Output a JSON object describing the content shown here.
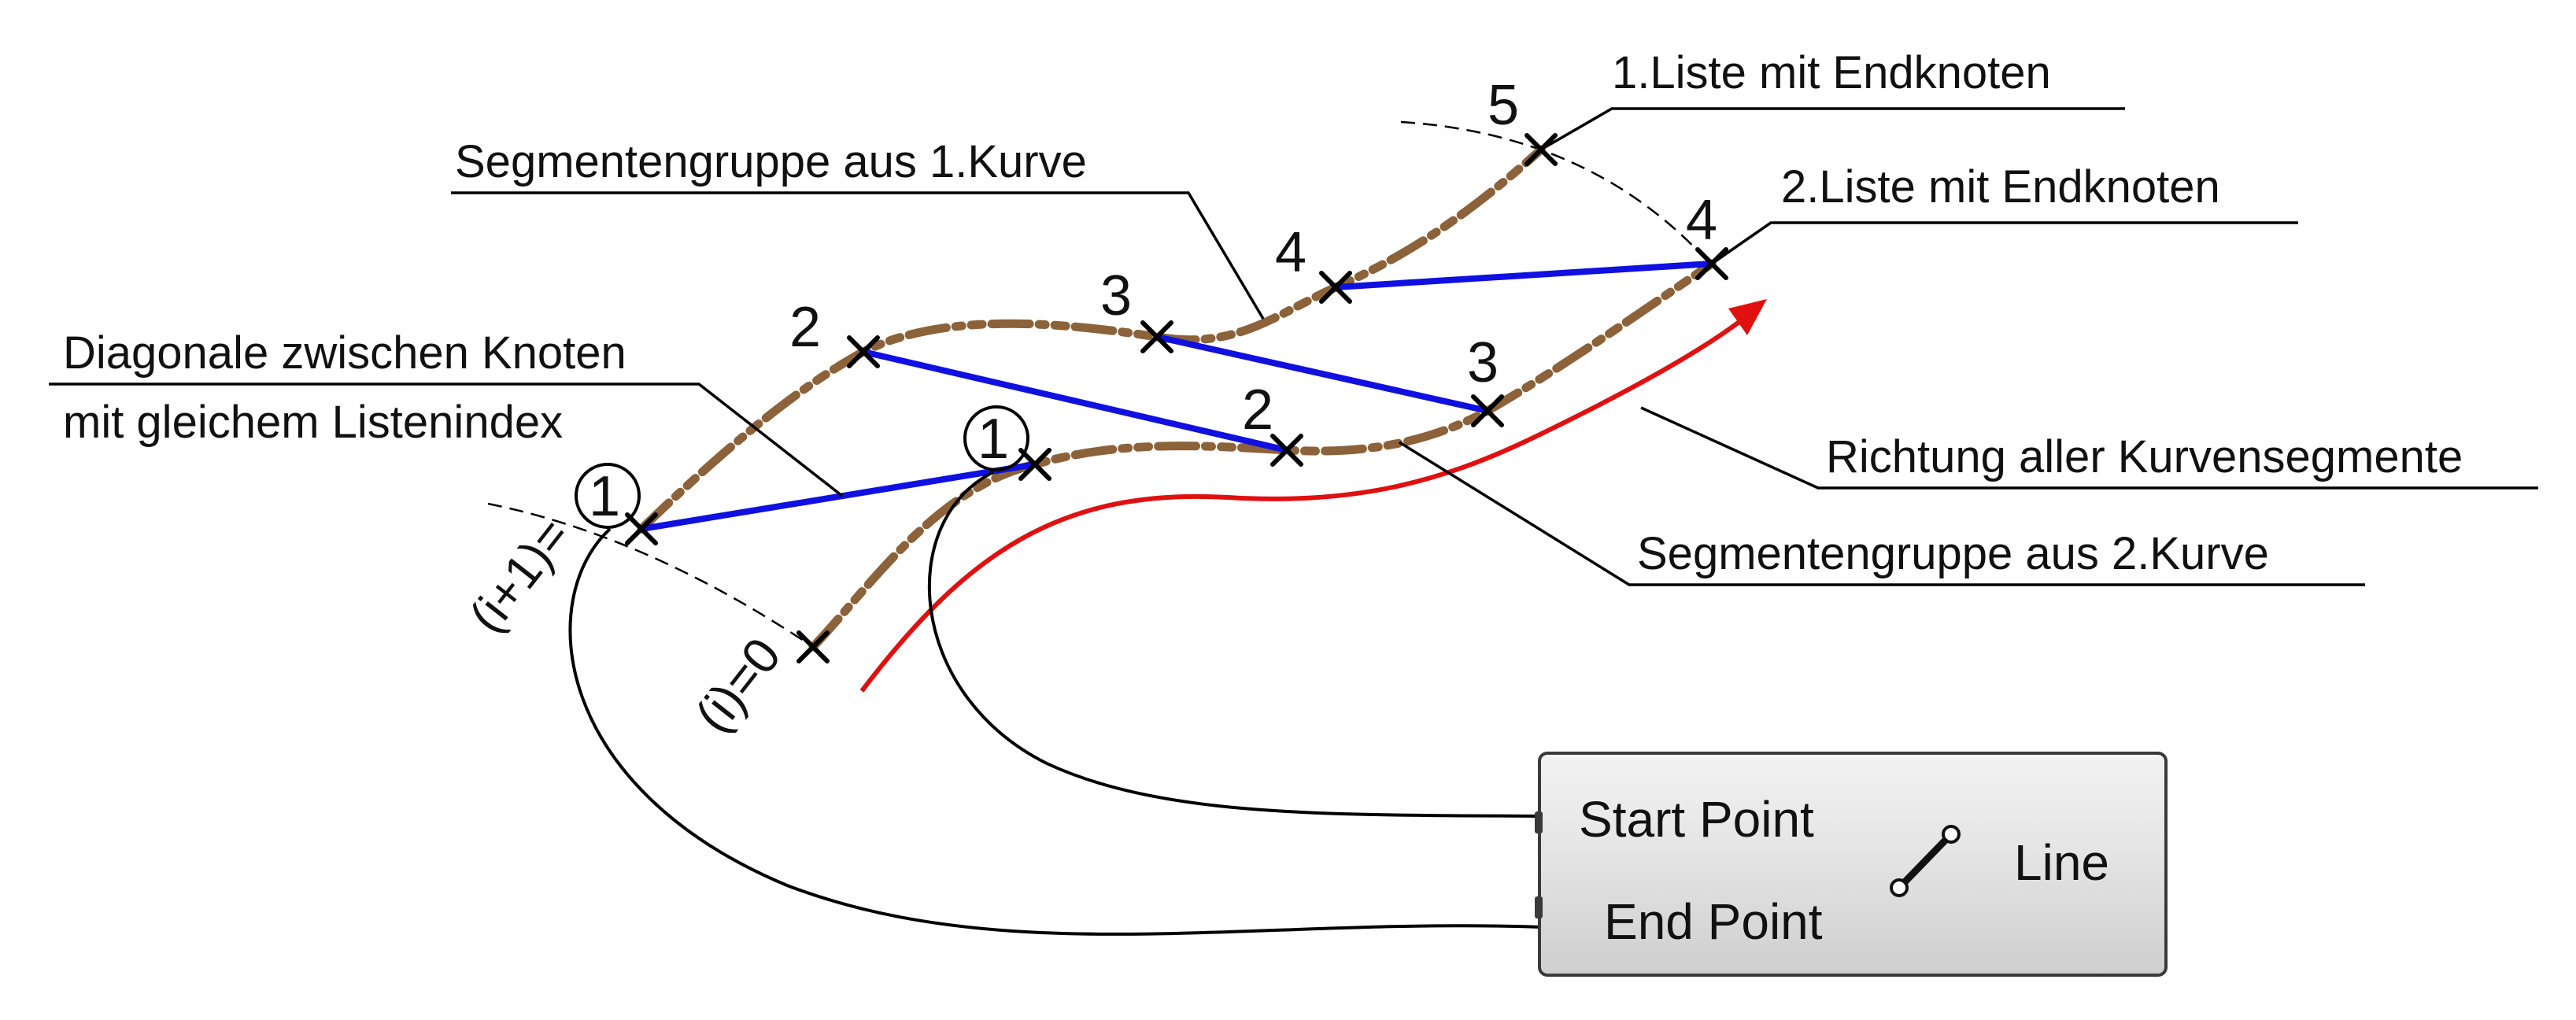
{
  "labels": {
    "first_list": "1.Liste mit Endknoten",
    "second_list": "2.Liste mit Endknoten",
    "group_curve1": "Segmentengruppe aus 1.Kurve",
    "diag_line1": "Diagonale zwischen Knoten",
    "diag_line2": "mit gleichem Listenindex",
    "direction": "Richtung aller Kurvensegmente",
    "group_curve2": "Segmentengruppe aus 2.Kurve",
    "i_index": "(i)=0",
    "i_plus_one": "(i+1)="
  },
  "curve1_nodes": [
    "1",
    "2",
    "3",
    "4",
    "5"
  ],
  "curve2_nodes": [
    "1",
    "2",
    "3",
    "4"
  ],
  "component": {
    "input_start": "Start Point",
    "input_end": "End Point",
    "output": "Line",
    "icon": "line-segment-icon"
  },
  "colors": {
    "curve": "#8b6239",
    "diagonal": "#1010e0",
    "direction_arrow": "#e01010",
    "leader": "#000000"
  }
}
